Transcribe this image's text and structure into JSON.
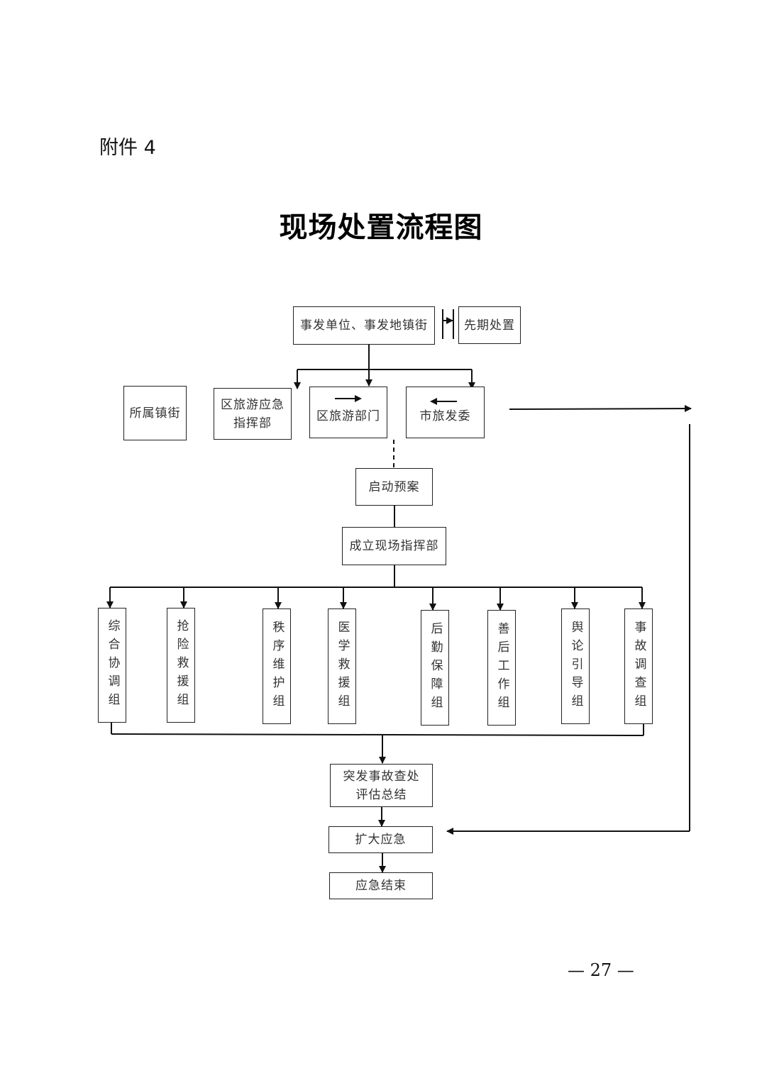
{
  "header": {
    "attachment_label": "附件 4",
    "title": "现场处置流程图"
  },
  "flowchart": {
    "nodes": {
      "incident_unit": "事发单位、事发地镇街",
      "initial_response": "先期处置",
      "local_town": "所属镇街",
      "district_command": "区旅游应急指挥部",
      "district_tourism": "区旅游部门",
      "city_tourism": "市旅发委",
      "activate_plan": "启动预案",
      "onsite_command": "成立现场指挥部",
      "incident_review": "突发事故查处评估总结",
      "expand_response": "扩大应急",
      "response_end": "应急结束"
    },
    "groups": [
      "综合协调组",
      "抢险救援组",
      "秩序维护组",
      "医学救援组",
      "后勤保障组",
      "善后工作组",
      "舆论引导组",
      "事故调查组"
    ]
  },
  "footer": {
    "page_number": "— 27 —"
  }
}
